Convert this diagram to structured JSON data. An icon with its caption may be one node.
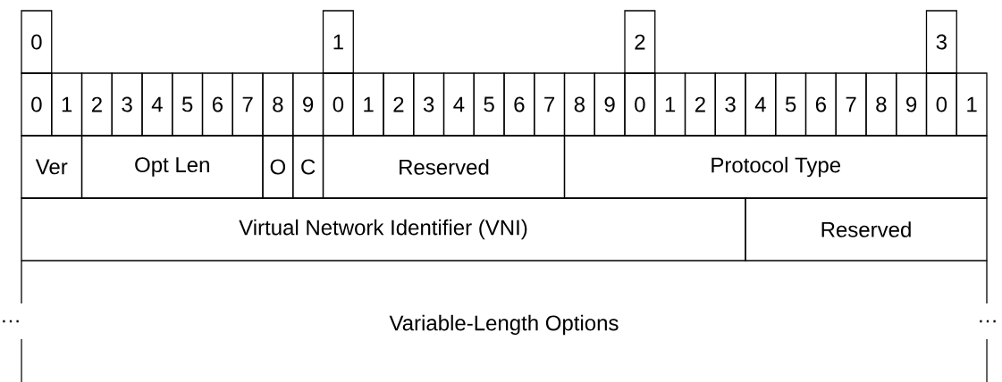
{
  "diagram": {
    "nodes": [
      {
        "text": [
          "0"
        ]
      },
      {
        "text": [
          "1"
        ]
      },
      {
        "text": [
          "2"
        ]
      },
      {
        "text": [
          "3"
        ]
      },
      {
        "text": [
          "0"
        ]
      },
      {
        "text": [
          "1"
        ]
      },
      {
        "text": [
          "2"
        ]
      },
      {
        "text": [
          "3"
        ]
      },
      {
        "text": [
          "4"
        ]
      },
      {
        "text": [
          "5"
        ]
      },
      {
        "text": [
          "6"
        ]
      },
      {
        "text": [
          "7"
        ]
      },
      {
        "text": [
          "8"
        ]
      },
      {
        "text": [
          "9"
        ]
      },
      {
        "text": [
          "0"
        ]
      },
      {
        "text": [
          "1"
        ]
      },
      {
        "text": [
          "2"
        ]
      },
      {
        "text": [
          "3"
        ]
      },
      {
        "text": [
          "4"
        ]
      },
      {
        "text": [
          "5"
        ]
      },
      {
        "text": [
          "6"
        ]
      },
      {
        "text": [
          "7"
        ]
      },
      {
        "text": [
          "8"
        ]
      },
      {
        "text": [
          "9"
        ]
      },
      {
        "text": [
          "0"
        ]
      },
      {
        "text": [
          "1"
        ]
      },
      {
        "text": [
          "2"
        ]
      },
      {
        "text": [
          "3"
        ]
      },
      {
        "text": [
          "4"
        ]
      },
      {
        "text": [
          "5"
        ]
      },
      {
        "text": [
          "6"
        ]
      },
      {
        "text": [
          "7"
        ]
      },
      {
        "text": [
          "8"
        ]
      },
      {
        "text": [
          "9"
        ]
      },
      {
        "text": [
          "0"
        ]
      },
      {
        "text": [
          "1"
        ]
      },
      {
        "text": [
          "Ver"
        ]
      },
      {
        "text": [
          "Opt Len"
        ]
      },
      {
        "text": [
          "O"
        ]
      },
      {
        "text": [
          "C"
        ]
      },
      {
        "text": [
          "Reserved"
        ]
      },
      {
        "text": [
          "Protocol Type"
        ]
      },
      {
        "text": [
          "Virtual Network Identifier (VNI)"
        ]
      },
      {
        "text": [
          "Reserved"
        ]
      },
      {
        "text": [
          "Variable-Length Options"
        ]
      }
    ],
    "labels": [
      "…",
      "…"
    ]
  }
}
